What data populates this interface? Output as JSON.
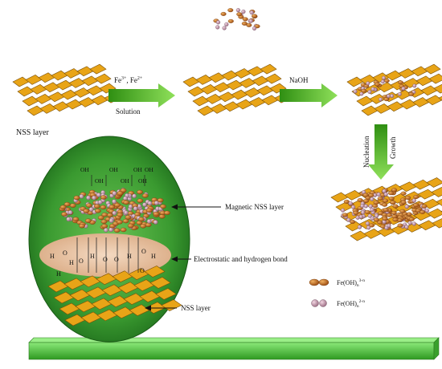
{
  "colors": {
    "sheet_fill": "#e8a417",
    "sheet_stroke": "#7a4f08",
    "arrow_green": "#4fb81e",
    "ellipse_green": "#2e8b2a",
    "ellipse_green_light": "#5fb84a",
    "interface_band": "#e9c4a3",
    "fe3_particle": "#c96a1c",
    "fe2_particle": "#c9a0b4",
    "substrate": "#4cc43a",
    "substrate_top": "#7ee06c"
  },
  "labels": {
    "nss_layer_top": "NSS layer",
    "ions_sup": "3+",
    "ions_sup2": "2+",
    "step1_over_fe": "Fe",
    "step1_over_sep": ", Fe",
    "step1_under": "Solution",
    "step2_over": "NaOH",
    "step3_left": "Nucleation",
    "step3_right": "Growth",
    "magnetic_layer": "Magnetic NSS layer",
    "bond": "Electrostatic and hydrogen bond",
    "nss_layer_inset": "NSS layer",
    "legend_fe3": "Fe(OH)",
    "legend_fe3_sub": "n",
    "legend_fe3_sup": "3-n",
    "legend_fe2": "Fe(OH)",
    "legend_fe2_sub": "n",
    "legend_fe2_sup": "2-n",
    "oh": "OH",
    "h": "H",
    "o": "O"
  }
}
